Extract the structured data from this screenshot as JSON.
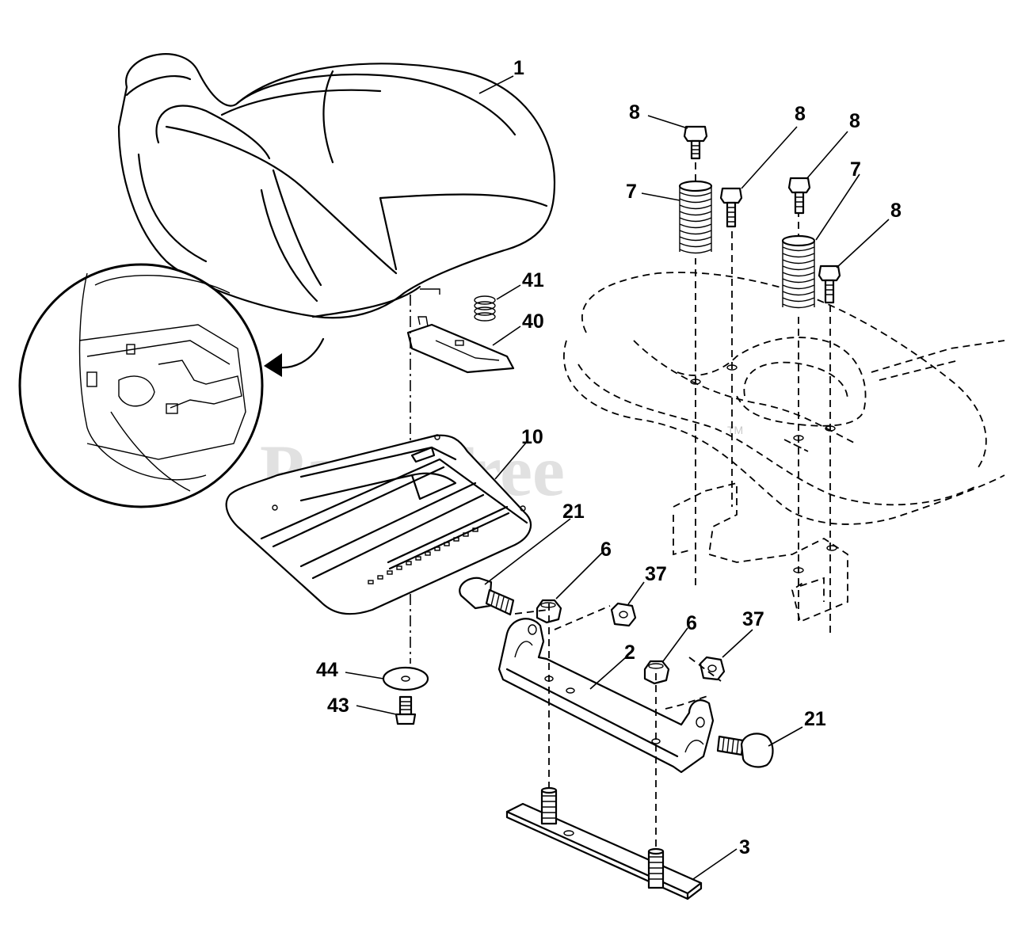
{
  "watermark": {
    "text": "PartsTree",
    "tm": "TM"
  },
  "callouts": [
    {
      "id": "c1",
      "label": "1"
    },
    {
      "id": "c8a",
      "label": "8"
    },
    {
      "id": "c8b",
      "label": "8"
    },
    {
      "id": "c8c",
      "label": "8"
    },
    {
      "id": "c8d",
      "label": "8"
    },
    {
      "id": "c7a",
      "label": "7"
    },
    {
      "id": "c7b",
      "label": "7"
    },
    {
      "id": "c41",
      "label": "41"
    },
    {
      "id": "c40",
      "label": "40"
    },
    {
      "id": "c10",
      "label": "10"
    },
    {
      "id": "c21a",
      "label": "21"
    },
    {
      "id": "c6a",
      "label": "6"
    },
    {
      "id": "c37a",
      "label": "37"
    },
    {
      "id": "c6b",
      "label": "6"
    },
    {
      "id": "c37b",
      "label": "37"
    },
    {
      "id": "c2",
      "label": "2"
    },
    {
      "id": "c44",
      "label": "44"
    },
    {
      "id": "c43",
      "label": "43"
    },
    {
      "id": "c21b",
      "label": "21"
    },
    {
      "id": "c3",
      "label": "3"
    }
  ]
}
